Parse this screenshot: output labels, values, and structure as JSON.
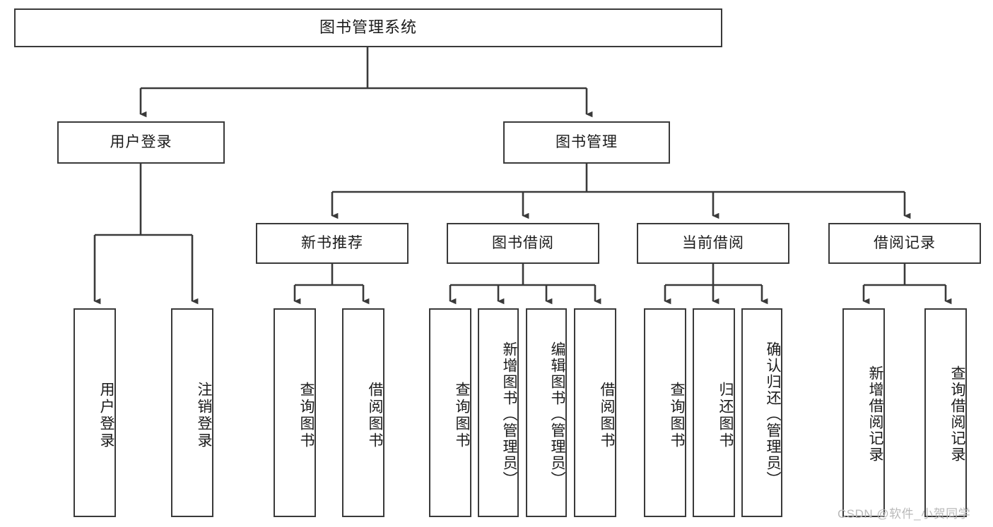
{
  "diagram": {
    "type": "tree-hierarchy-flowchart",
    "title": "图书管理系统",
    "orientation": "top-down",
    "colors": {
      "background": "#ffffff",
      "box_border": "#3a3a3a",
      "box_fill": "#ffffff",
      "connector": "#3a3a3a",
      "text": "#1b1b1b",
      "watermark": "#b9b9b9"
    },
    "root": {
      "label": "图书管理系统"
    },
    "level2": [
      {
        "label": "用户登录"
      },
      {
        "label": "图书管理"
      }
    ],
    "level3": [
      {
        "label": "新书推荐"
      },
      {
        "label": "图书借阅"
      },
      {
        "label": "当前借阅"
      },
      {
        "label": "借阅记录"
      }
    ],
    "leaves": {
      "user_login": [
        {
          "label": "用户登录"
        },
        {
          "label": "注销登录"
        }
      ],
      "new_book_recommend": [
        {
          "label": "查询图书"
        },
        {
          "label": "借阅图书"
        }
      ],
      "book_borrow": [
        {
          "label": "查询图书"
        },
        {
          "label": "新增图书（管理员）"
        },
        {
          "label": "编辑图书（管理员）"
        },
        {
          "label": "借阅图书"
        }
      ],
      "current_borrow": [
        {
          "label": "查询图书"
        },
        {
          "label": "归还图书"
        },
        {
          "label": "确认归还（管理员）"
        }
      ],
      "borrow_record": [
        {
          "label": "新增借阅记录"
        },
        {
          "label": "查询借阅记录"
        }
      ]
    },
    "watermark": "CSDN @软件_小贺同学"
  }
}
